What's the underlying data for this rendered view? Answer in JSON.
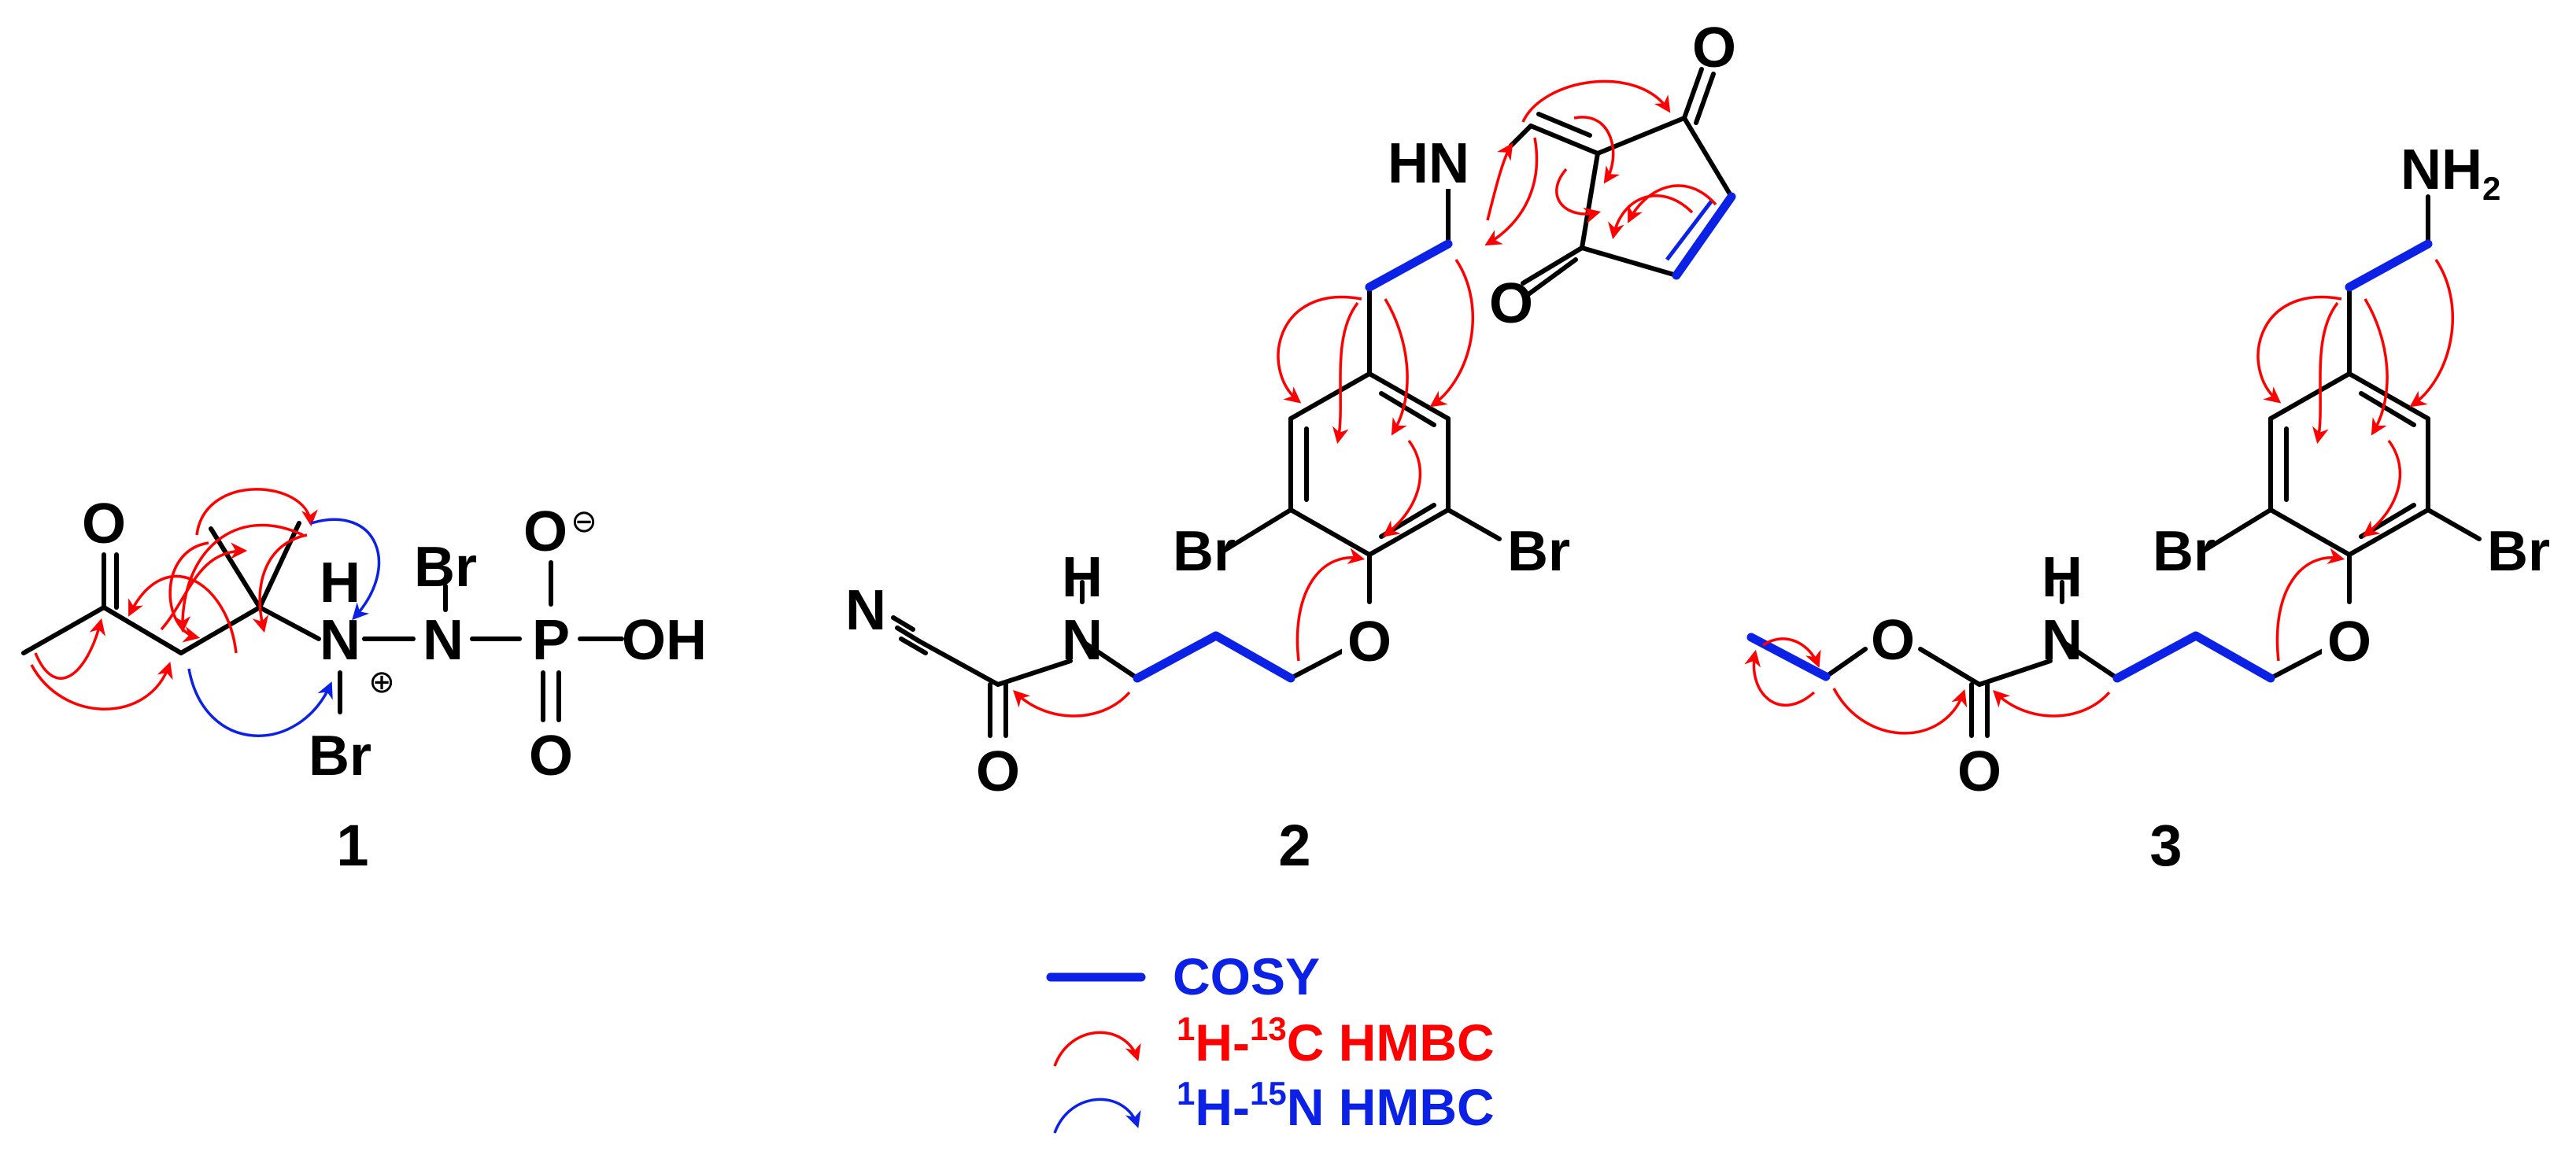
{
  "compounds": [
    {
      "number": "1",
      "atoms": {
        "o_ketone": "O",
        "h_ammonium": "H",
        "n_ammonium": "N",
        "charge_plus": "⊕",
        "br_n1": "Br",
        "br_n2": "Br",
        "n_hydrazine": "N",
        "p": "P",
        "o_minus": "O",
        "charge_minus": "⊖",
        "oh": "OH",
        "o_double": "O"
      }
    },
    {
      "number": "2",
      "atoms": {
        "hn": "HN",
        "o_top": "O",
        "o_left": "O",
        "br_left": "Br",
        "br_right": "Br",
        "o_ether": "O",
        "h_amide": "H",
        "n_amide": "N",
        "n_nitrile": "N",
        "o_carbonyl": "O"
      }
    },
    {
      "number": "3",
      "atoms": {
        "nh2_n": "NH",
        "nh2_sub": "2",
        "br_left": "Br",
        "br_right": "Br",
        "o_ether": "O",
        "h_amide": "H",
        "n_amide": "N",
        "o_ester": "O",
        "o_carbonyl": "O"
      }
    }
  ],
  "legend": {
    "cosy": "COSY",
    "c_hmbc": {
      "sup1": "1",
      "h": "H-",
      "sup2": "13",
      "rest": "C HMBC"
    },
    "n_hmbc": {
      "sup1": "1",
      "h": "H-",
      "sup2": "15",
      "rest": "N HMBC"
    },
    "colors": {
      "cosy": "#0b21e6",
      "c_hmbc": "#ff0000",
      "n_hmbc": "#0b21e6"
    }
  }
}
